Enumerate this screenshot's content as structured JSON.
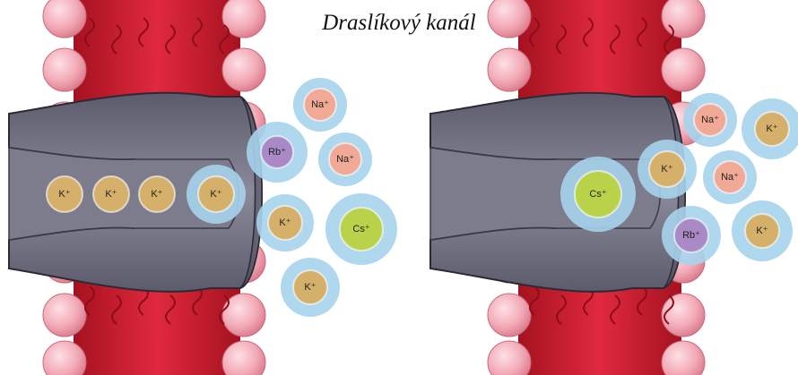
{
  "title": "Draslíkový kanál",
  "colors": {
    "membrane_head": "#f2aab6",
    "membrane_tail": "#d41f35",
    "channel": "#6f6e7e",
    "water_shell": "#a6d4ec",
    "K": "#d5b06a",
    "Na": "#f0a995",
    "Rb": "#a98ac6",
    "Cs": "#b8d24a"
  },
  "panels": [
    {
      "ions": [
        {
          "label": "K⁺",
          "element": "K"
        },
        {
          "label": "K⁺",
          "element": "K"
        },
        {
          "label": "K⁺",
          "element": "K"
        },
        {
          "label": "K⁺",
          "element": "K"
        },
        {
          "label": "Rb⁺",
          "element": "Rb"
        },
        {
          "label": "Na⁺",
          "element": "Na"
        },
        {
          "label": "Na⁺",
          "element": "Na"
        },
        {
          "label": "K⁺",
          "element": "K"
        },
        {
          "label": "Cs⁺",
          "element": "Cs"
        },
        {
          "label": "K⁺",
          "element": "K"
        }
      ]
    },
    {
      "ions": [
        {
          "label": "Cs⁺",
          "element": "Cs"
        },
        {
          "label": "K⁺",
          "element": "K"
        },
        {
          "label": "Na⁺",
          "element": "Na"
        },
        {
          "label": "K⁺",
          "element": "K"
        },
        {
          "label": "Na⁺",
          "element": "Na"
        },
        {
          "label": "Rb⁺",
          "element": "Rb"
        },
        {
          "label": "K⁺",
          "element": "K"
        }
      ]
    }
  ]
}
